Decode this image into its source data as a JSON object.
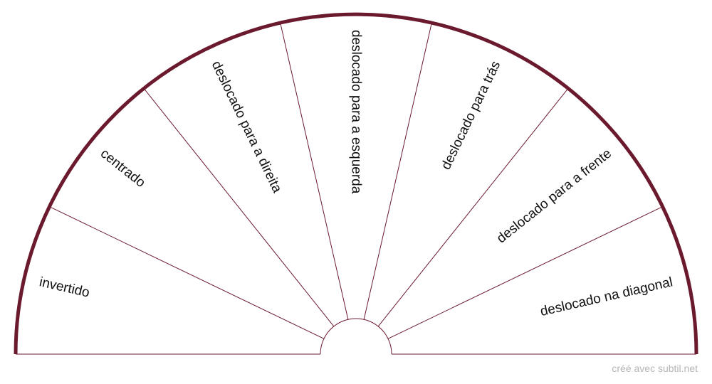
{
  "diagram": {
    "segments": [
      "invertido",
      "centrado",
      "deslocado para a direita",
      "deslocado para a esquerda",
      "deslocado para trás",
      "deslocado para a frente",
      "deslocado na diagonal"
    ],
    "colors": {
      "rim": "#6b1a2e",
      "divider": "#6b1a2e",
      "text": "#111111"
    }
  },
  "footer": {
    "credit": "créé avec subtil.net"
  }
}
